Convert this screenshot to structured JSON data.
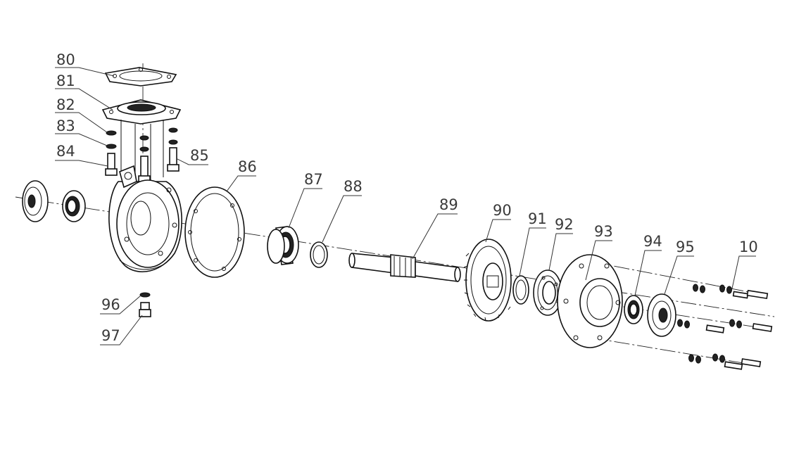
{
  "diagram": {
    "callouts": [
      {
        "id": "80",
        "text": "80"
      },
      {
        "id": "81",
        "text": "81"
      },
      {
        "id": "82",
        "text": "82"
      },
      {
        "id": "83",
        "text": "83"
      },
      {
        "id": "84",
        "text": "84"
      },
      {
        "id": "85",
        "text": "85"
      },
      {
        "id": "86",
        "text": "86"
      },
      {
        "id": "87",
        "text": "87"
      },
      {
        "id": "88",
        "text": "88"
      },
      {
        "id": "89",
        "text": "89"
      },
      {
        "id": "90",
        "text": "90"
      },
      {
        "id": "91",
        "text": "91"
      },
      {
        "id": "92",
        "text": "92"
      },
      {
        "id": "93",
        "text": "93"
      },
      {
        "id": "94",
        "text": "94"
      },
      {
        "id": "95",
        "text": "95"
      },
      {
        "id": "96",
        "text": "96"
      },
      {
        "id": "97",
        "text": "97"
      },
      {
        "id": "10",
        "text": "10"
      }
    ]
  }
}
